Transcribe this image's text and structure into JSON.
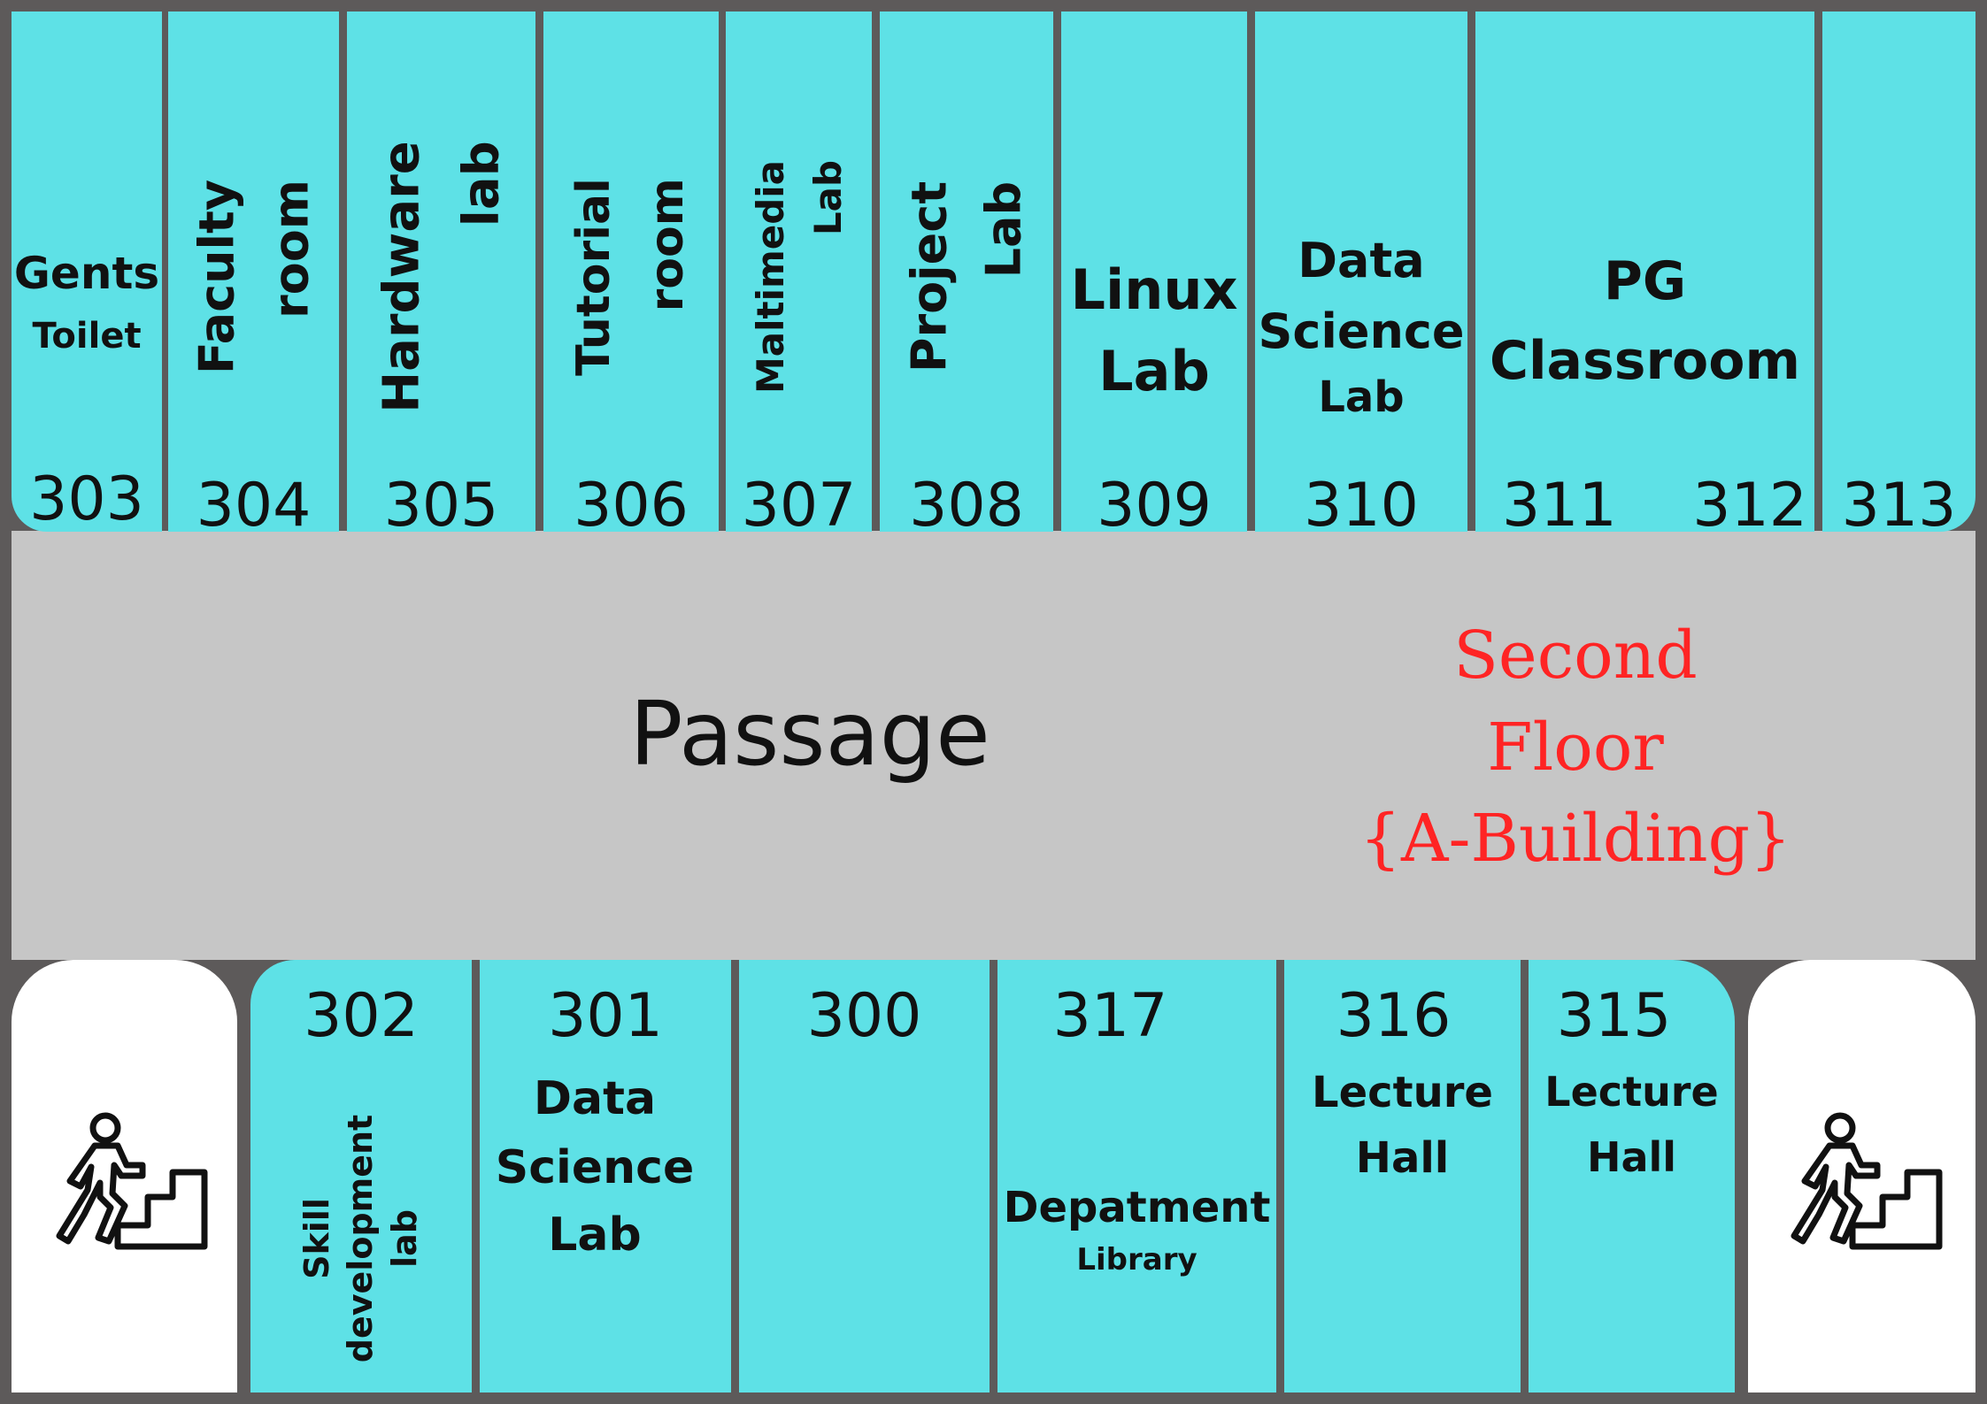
{
  "colors": {
    "room_fill": "#5ee1e6",
    "wall": "#5d5a5a",
    "passage": "#c6c6c6",
    "stairs": "#ffffff",
    "floor_title": "#ff2424"
  },
  "passage": {
    "label": "Passage"
  },
  "floor_title": {
    "line1": "Second",
    "line2": "Floor",
    "line3": "{A-Building}"
  },
  "top_rooms": [
    {
      "number": "303",
      "name_line1": "Gents",
      "name_line2": "Toilet"
    },
    {
      "number": "304",
      "name_line1": "Faculty",
      "name_line2": "room"
    },
    {
      "number": "305",
      "name_line1": "Hardware",
      "name_line2": "lab"
    },
    {
      "number": "306",
      "name_line1": "Tutorial",
      "name_line2": "room"
    },
    {
      "number": "307",
      "name_line1": "Maltimedia",
      "name_line2": "Lab"
    },
    {
      "number": "308",
      "name_line1": "Project",
      "name_line2": "Lab"
    },
    {
      "number": "309",
      "name_line1": "Linux",
      "name_line2": "Lab"
    },
    {
      "number": "310",
      "name_line1": "Data",
      "name_line2": "Science",
      "name_line3": "Lab"
    },
    {
      "number": "311",
      "number2": "312",
      "name_line1": "PG",
      "name_line2": "Classroom"
    },
    {
      "number": "313"
    }
  ],
  "bottom_rooms": [
    {
      "number": "302",
      "name_line1": "Skill",
      "name_line2": "development",
      "name_line3": "lab"
    },
    {
      "number": "301",
      "name_line1": "Data",
      "name_line2": "Science",
      "name_line3": "Lab"
    },
    {
      "number": "300"
    },
    {
      "number": "317",
      "name_line1": "Depatment",
      "name_line2": "Library"
    },
    {
      "number": "316",
      "name_line1": "Lecture",
      "name_line2": "Hall"
    },
    {
      "number": "315",
      "name_line1": "Lecture",
      "name_line2": "Hall"
    }
  ],
  "stairs": [
    {
      "icon": "person-climbing-stairs-icon"
    },
    {
      "icon": "person-climbing-stairs-icon"
    }
  ]
}
